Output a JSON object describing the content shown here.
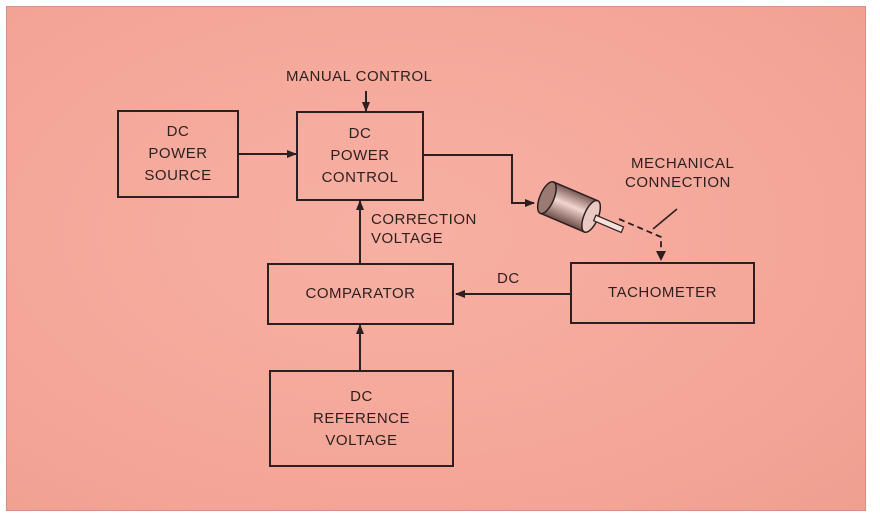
{
  "colors": {
    "background": "#f4a799",
    "ink": "#2c1f1f"
  },
  "labels": {
    "manual_control": "MANUAL CONTROL",
    "mechanical_connection": [
      "MECHANICAL",
      "CONNECTION"
    ],
    "correction_voltage": [
      "CORRECTION",
      "VOLTAGE"
    ],
    "dc": "DC"
  },
  "blocks": {
    "dc_power_source": [
      "DC",
      "POWER",
      "SOURCE"
    ],
    "dc_power_control": [
      "DC",
      "POWER",
      "CONTROL"
    ],
    "comparator": [
      "COMPARATOR"
    ],
    "tachometer": [
      "TACHOMETER"
    ],
    "dc_reference_voltage": [
      "DC",
      "REFERENCE",
      "VOLTAGE"
    ]
  },
  "icons": {
    "motor": "motor-icon"
  }
}
